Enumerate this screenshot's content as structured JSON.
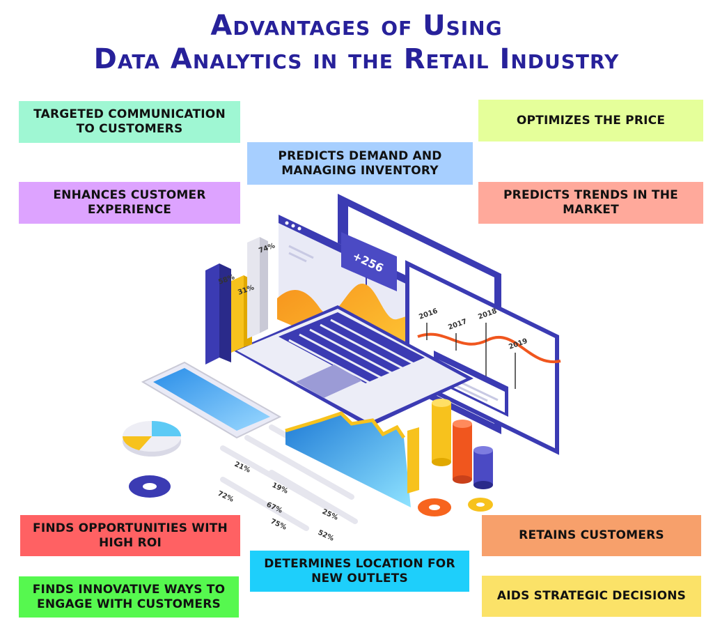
{
  "title": {
    "line1": "Advantages of Using",
    "line2": "Data Analytics in the Retail Industry"
  },
  "boxes": [
    {
      "key": "targeted",
      "text": "Targeted communication to customers",
      "color": "#9ff7d3"
    },
    {
      "key": "optimizes",
      "text": "Optimizes the price",
      "color": "#e5ff9a"
    },
    {
      "key": "predicts_demand",
      "text": "Predicts demand and managing inventory",
      "color": "#a7cfff"
    },
    {
      "key": "enhances",
      "text": "Enhances customer experience",
      "color": "#dda3ff"
    },
    {
      "key": "trends",
      "text": "Predicts trends in the market",
      "color": "#ffa99b"
    },
    {
      "key": "opportunities",
      "text": "Finds opportunities with high ROI",
      "color": "#ff6163"
    },
    {
      "key": "retains",
      "text": "Retains customers",
      "color": "#f7a06b"
    },
    {
      "key": "location",
      "text": "Determines location for new outlets",
      "color": "#1ecffb"
    },
    {
      "key": "innovative",
      "text": "Finds innovative ways to engage with customers",
      "color": "#56f84f"
    },
    {
      "key": "strategic",
      "text": "Aids strategic decisions",
      "color": "#fbe268"
    }
  ],
  "illustration": {
    "badge": "+256",
    "years": [
      "2016",
      "2017",
      "2018",
      "2019"
    ],
    "bar_labels": [
      "58%",
      "31%",
      "74%"
    ],
    "floor_labels": [
      "21%",
      "72%",
      "19%",
      "67%",
      "75%",
      "25%",
      "52%"
    ]
  }
}
